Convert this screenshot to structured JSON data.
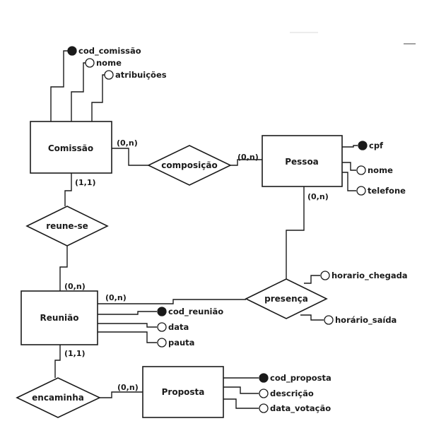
{
  "entities": {
    "comissao": "Comissão",
    "pessoa": "Pessoa",
    "reuniao": "Reunião",
    "proposta": "Proposta"
  },
  "relationships": {
    "composicao": "composição",
    "reune_se": "reune-se",
    "presenca": "presença",
    "encaminha": "encaminha"
  },
  "attributes": {
    "cod_comissao": "cod_comissão",
    "nome_comissao": "nome",
    "atribuicoes": "atribuições",
    "cpf": "cpf",
    "nome_pessoa": "nome",
    "telefone": "telefone",
    "horario_chegada": "horario_chegada",
    "horario_saida": "horário_saída",
    "cod_reuniao": "cod_reunião",
    "data": "data",
    "pauta": "pauta",
    "cod_proposta": "cod_proposta",
    "descricao": "descrição",
    "data_votacao": "data_votação"
  },
  "cardinalities": {
    "comissao_composicao": "(0,n)",
    "pessoa_composicao": "(0,n)",
    "comissao_reune": "(1,1)",
    "reuniao_reune": "(0,n)",
    "pessoa_presenca": "(0,n)",
    "reuniao_presenca": "(0,n)",
    "reuniao_encaminha": "(1,1)",
    "proposta_encaminha": "(0,n)"
  }
}
